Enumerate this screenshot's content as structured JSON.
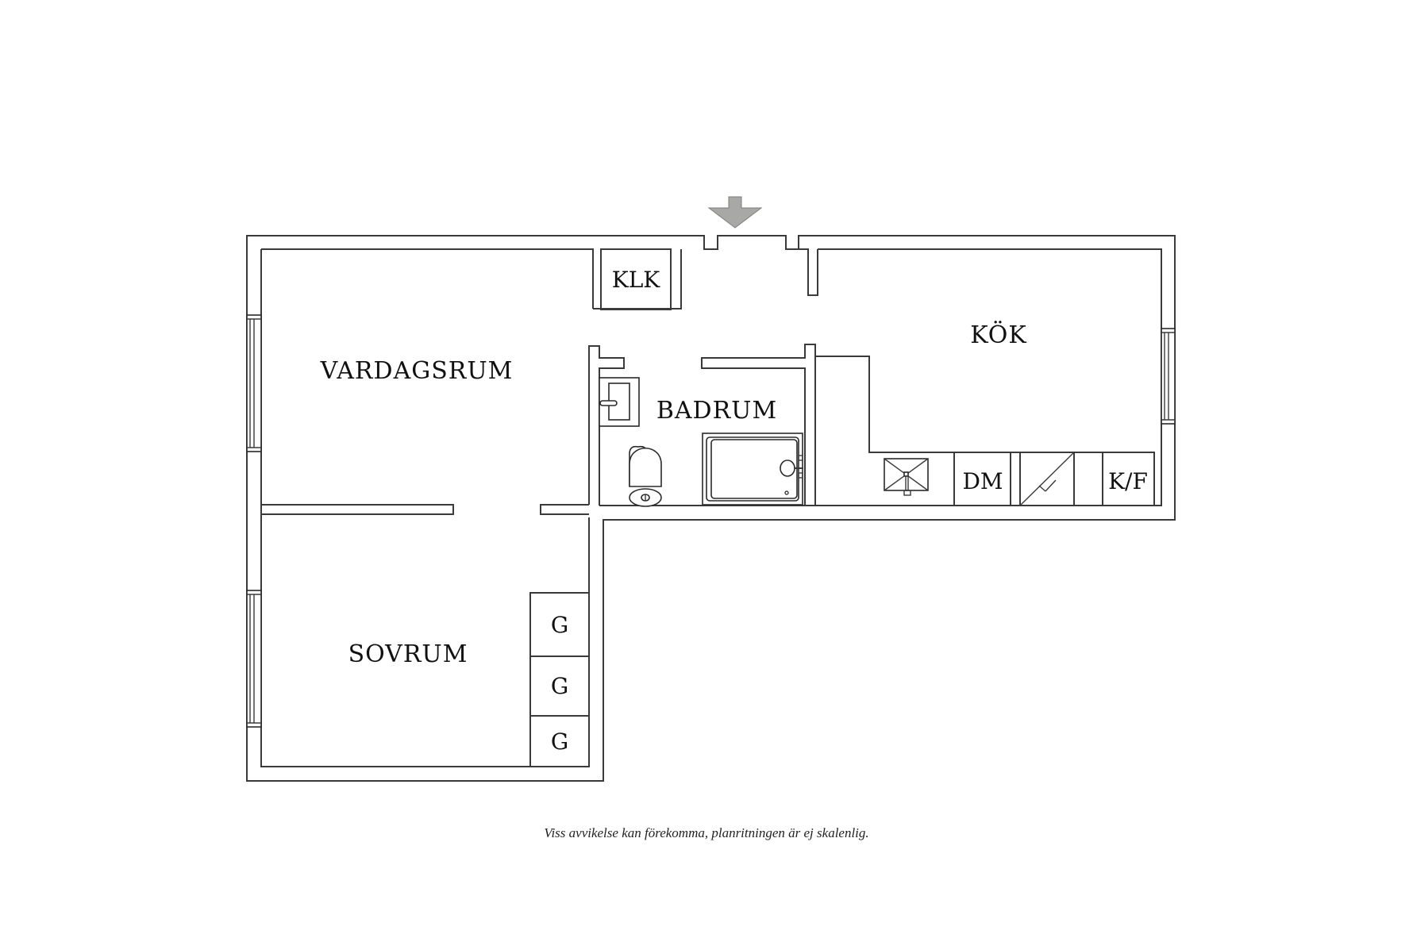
{
  "floorplan": {
    "entrance_arrow": {
      "icon": "entrance-arrow-icon",
      "color": "#a8a8a6"
    },
    "rooms": [
      {
        "id": "vardagsrum",
        "label": "VARDAGSRUM"
      },
      {
        "id": "sovrum",
        "label": "SOVRUM"
      },
      {
        "id": "kok",
        "label": "KÖK"
      },
      {
        "id": "badrum",
        "label": "BADRUM"
      },
      {
        "id": "klk",
        "label": "KLK"
      }
    ],
    "fixtures": {
      "wardrobes": [
        "G",
        "G",
        "G"
      ],
      "dishwasher": "DM",
      "fridge_freezer": "K/F",
      "sink_icon": "kitchen-sink-icon",
      "stove_icon": "stove-icon",
      "toilet_icon": "toilet-icon",
      "washbasin_icon": "washbasin-icon",
      "shower_icon": "shower-icon"
    },
    "wall_color": "#3a3a3a"
  },
  "caption": "Viss avvikelse kan förekomma, planritningen är ej skalenlig."
}
